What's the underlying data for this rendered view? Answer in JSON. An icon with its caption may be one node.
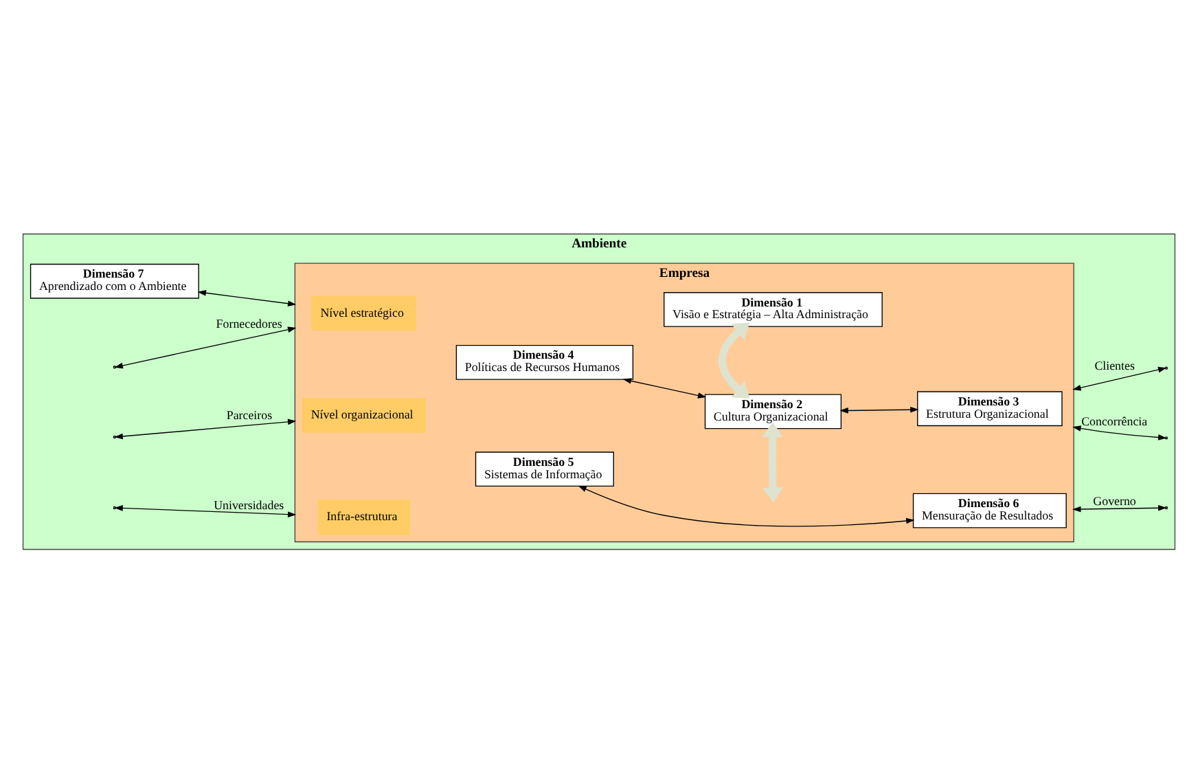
{
  "diagram": {
    "nodes": [
      {
        "text": [
          "Ambiente"
        ]
      },
      {
        "text": [
          "Dimensão 7",
          "Aprendizado com o Ambiente"
        ],
        "in": 0
      },
      {
        "text": [
          "Empresa"
        ],
        "in": 0
      },
      {
        "text": [
          "Nível estratégico"
        ],
        "in": 2
      },
      {
        "text": [
          "Dimensão 1",
          "Visão e Estratégia – Alta Administração"
        ],
        "in": 2
      },
      {
        "text": [
          "Nível organizacional"
        ],
        "in": 2
      },
      {
        "text": [
          "Dimensão 4",
          "Políticas de Recursos Humanos"
        ],
        "in": 2
      },
      {
        "text": [
          "Dimensão 2",
          "Cultura Organizacional"
        ],
        "in": 2
      },
      {
        "text": [
          "Dimensão 3",
          "Estrutura Organizacional"
        ],
        "in": 2
      },
      {
        "text": [
          "Infra-estrutura"
        ],
        "in": 2
      },
      {
        "text": [
          "Dimensão 5",
          "Sistemas de Informação"
        ],
        "in": 2
      },
      {
        "text": [
          "Dimensão 6",
          "Mensuração de Resultados"
        ],
        "in": 2
      }
    ],
    "edges": [
      {
        "from": 1,
        "to": 2,
        "arrow": "both"
      },
      {
        "from": 4,
        "to": 7,
        "arrow": "both",
        "style": "thick",
        "color": "#dde3cf"
      },
      {
        "from": 6,
        "to": 7,
        "arrow": "both"
      },
      {
        "from": 7,
        "to": 8,
        "arrow": "both"
      },
      {
        "from": 7,
        "to": null,
        "arrow": "both",
        "style": "thick",
        "color": "#dde3cf"
      },
      {
        "from": 10,
        "to": 11,
        "arrow": "both"
      },
      {
        "from": null,
        "to": 2,
        "arrow": "both",
        "label": "Fornecedores"
      },
      {
        "from": null,
        "to": 2,
        "arrow": "both",
        "label": "Parceiros"
      },
      {
        "from": null,
        "to": 2,
        "arrow": "both",
        "label": "Universidades"
      },
      {
        "from": 2,
        "to": null,
        "arrow": "both",
        "label": "Clientes"
      },
      {
        "from": 2,
        "to": null,
        "arrow": "both",
        "label": "Concorrência"
      },
      {
        "from": 2,
        "to": null,
        "arrow": "both",
        "label": "Governo"
      }
    ]
  }
}
